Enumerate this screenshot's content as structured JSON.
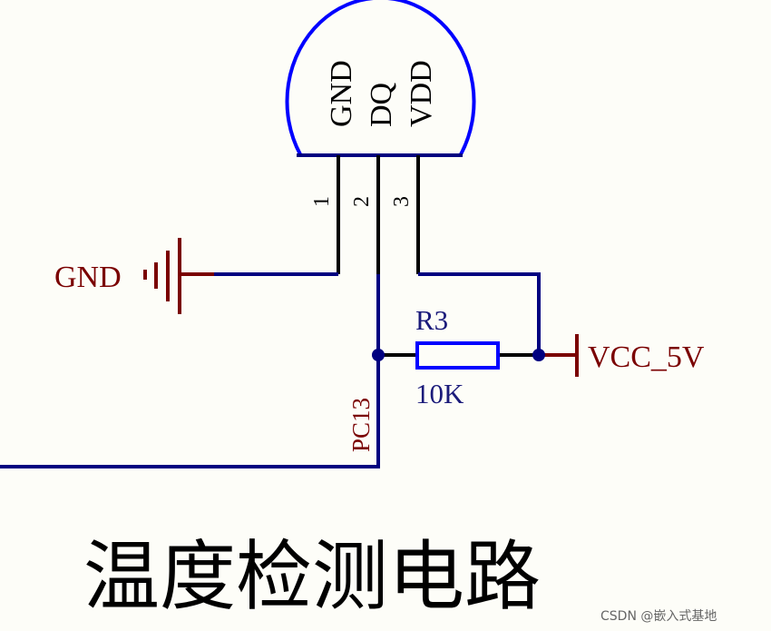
{
  "colors": {
    "wire": "#000080",
    "pin": "#000000",
    "component": "#0000ff",
    "power": "#7a0000",
    "junction": "#000080"
  },
  "sensor": {
    "pins": [
      {
        "name": "GND",
        "number": "1"
      },
      {
        "name": "DQ",
        "number": "2"
      },
      {
        "name": "VDD",
        "number": "3"
      }
    ]
  },
  "power": {
    "gnd_label": "GND",
    "vcc_label": "VCC_5V"
  },
  "resistor": {
    "designator": "R3",
    "value": "10K"
  },
  "net": {
    "label": "PC13"
  },
  "title": "温度检测电路",
  "watermark": "CSDN @嵌入式基地"
}
